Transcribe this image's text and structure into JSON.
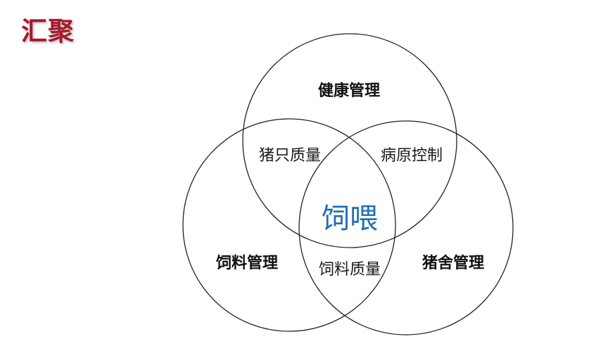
{
  "page": {
    "title": "汇聚",
    "title_color": "#a6192e"
  },
  "diagram": {
    "sets": {
      "top": "健康管理",
      "left": "饲料管理",
      "right": "猪舍管理"
    },
    "overlaps": {
      "top_left": "猪只质量",
      "top_right": "病原控制",
      "left_right": "饲料质量"
    },
    "center": "饲喂",
    "center_color": "#1f6fb0"
  }
}
